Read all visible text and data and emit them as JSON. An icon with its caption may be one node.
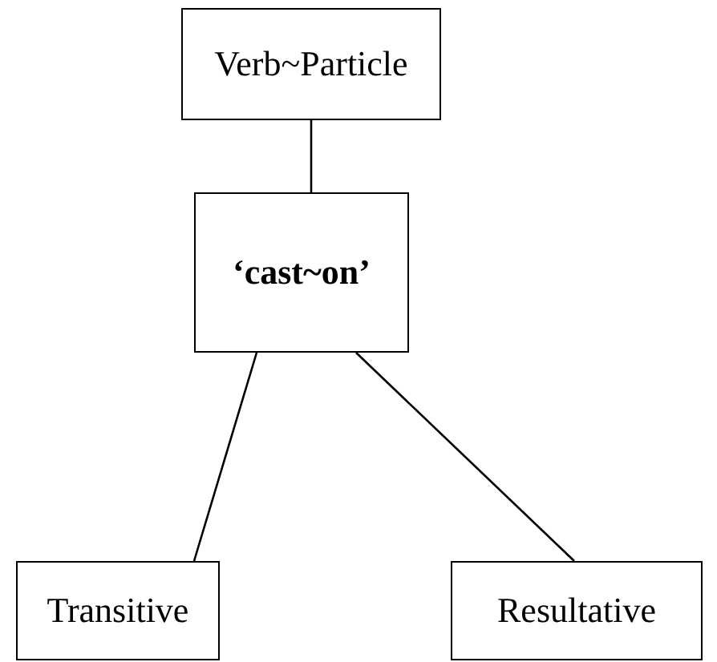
{
  "diagram": {
    "nodes": [
      {
        "text": [
          "Verb~Particle"
        ]
      },
      {
        "text": [
          "‘cast~on’"
        ]
      },
      {
        "text": [
          "Transitive"
        ]
      },
      {
        "text": [
          "Resultative"
        ]
      }
    ],
    "edges": [
      {
        "from": 0,
        "to": 1,
        "arrow": "none"
      },
      {
        "from": 1,
        "to": 2,
        "arrow": "none"
      },
      {
        "from": 1,
        "to": 3,
        "arrow": "none"
      }
    ]
  }
}
